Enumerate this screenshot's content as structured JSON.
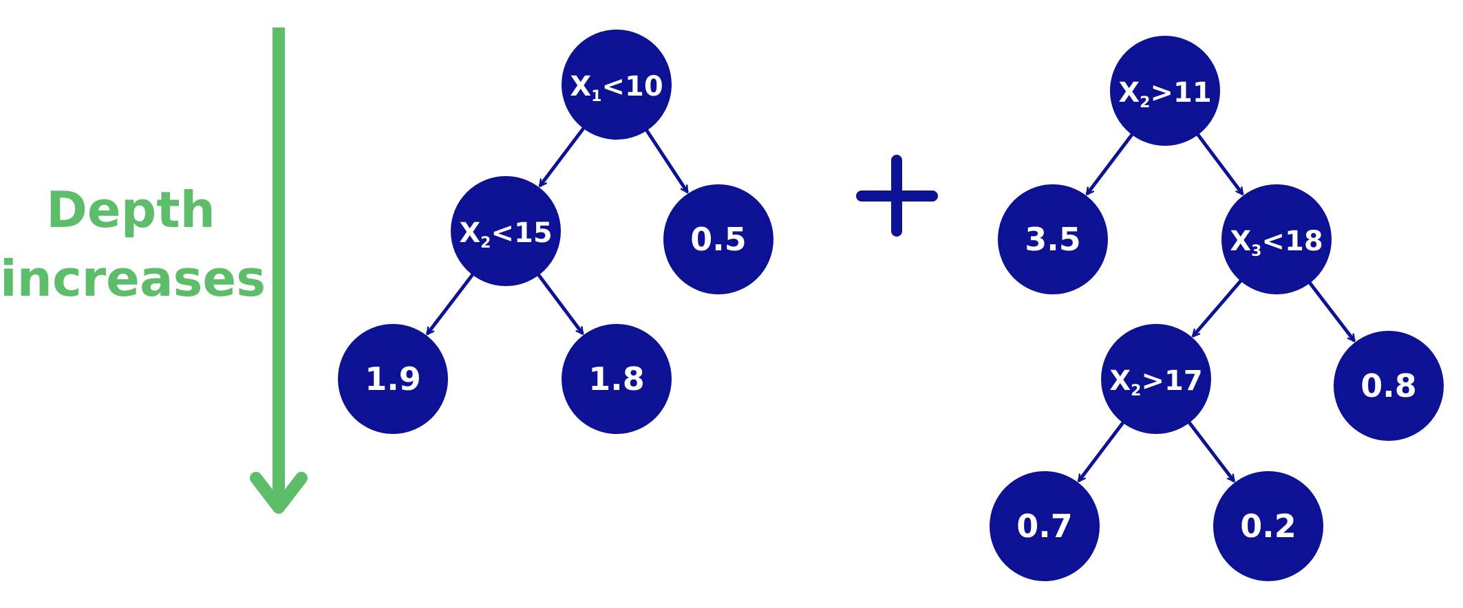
{
  "colors": {
    "node": "#0d1193",
    "edge": "#0d1193",
    "depth_arrow": "#5dbd6b",
    "text": "#ffffff"
  },
  "depth_label": {
    "line1": "Depth",
    "line2": "increases"
  },
  "operator": "plus",
  "trees": [
    {
      "nodes": [
        {
          "id": "t1n1",
          "var": "X",
          "sub": "1",
          "op": "<10"
        },
        {
          "id": "t1n2",
          "var": "X",
          "sub": "2",
          "op": "<15"
        },
        {
          "id": "t1n3",
          "text": "0.5"
        },
        {
          "id": "t1n4",
          "text": "1.9"
        },
        {
          "id": "t1n5",
          "text": "1.8"
        }
      ],
      "edges": [
        [
          "t1n1",
          "t1n2"
        ],
        [
          "t1n1",
          "t1n3"
        ],
        [
          "t1n2",
          "t1n4"
        ],
        [
          "t1n2",
          "t1n5"
        ]
      ]
    },
    {
      "nodes": [
        {
          "id": "t2n1",
          "var": "X",
          "sub": "2",
          "op": ">11"
        },
        {
          "id": "t2n2",
          "text": "3.5"
        },
        {
          "id": "t2n3",
          "var": "X",
          "sub": "3",
          "op": "<18"
        },
        {
          "id": "t2n4",
          "var": "X",
          "sub": "2",
          "op": ">17"
        },
        {
          "id": "t2n5",
          "text": "0.8"
        },
        {
          "id": "t2n6",
          "text": "0.7"
        },
        {
          "id": "t2n7",
          "text": "0.2"
        }
      ],
      "edges": [
        [
          "t2n1",
          "t2n2"
        ],
        [
          "t2n1",
          "t2n3"
        ],
        [
          "t2n3",
          "t2n4"
        ],
        [
          "t2n3",
          "t2n5"
        ],
        [
          "t2n4",
          "t2n6"
        ],
        [
          "t2n4",
          "t2n7"
        ]
      ]
    }
  ]
}
